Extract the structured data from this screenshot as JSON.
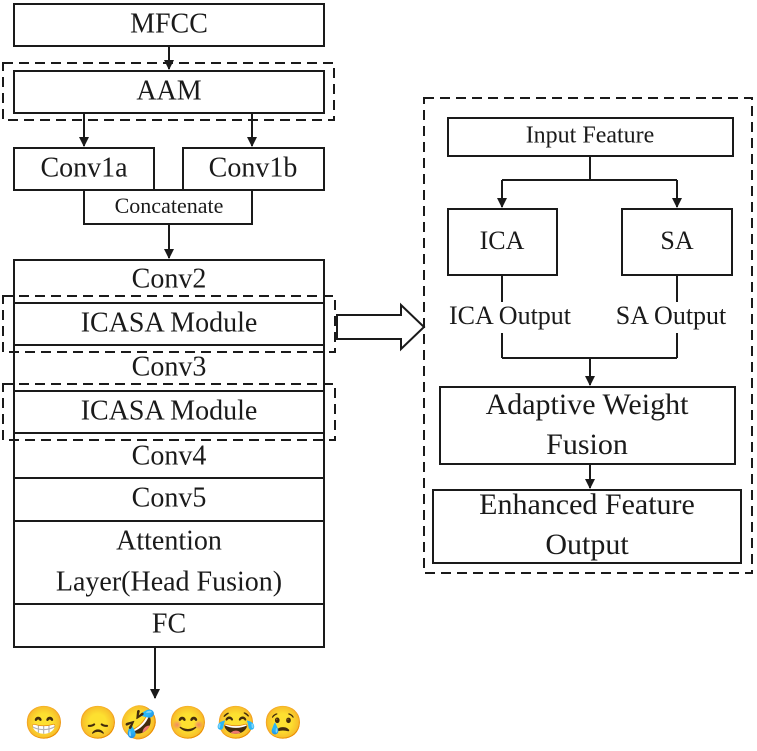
{
  "left_column": {
    "mfcc": "MFCC",
    "aam": "AAM",
    "conv1a": "Conv1a",
    "conv1b": "Conv1b",
    "concatenate": "Concatenate",
    "conv2": "Conv2",
    "icasa_1": "ICASA Module",
    "conv3": "Conv3",
    "icasa_2": "ICASA Module",
    "conv4": "Conv4",
    "conv5": "Conv5",
    "attention_line1": "Attention",
    "attention_line2": "Layer(Head Fusion)",
    "fc": "FC"
  },
  "emotions": [
    "😁",
    "😞",
    "🤣",
    "😊",
    "😂",
    "😢"
  ],
  "icasa_detail": {
    "input_feature": "Input Feature",
    "ica": "ICA",
    "sa": "SA",
    "ica_output": "ICA Output",
    "sa_output": "SA Output",
    "fusion_line1": "Adaptive Weight",
    "fusion_line2": "Fusion",
    "enhanced_line1": "Enhanced Feature",
    "enhanced_line2": "Output"
  },
  "colors": {
    "stroke": "#1a1a1a",
    "background": "#ffffff"
  }
}
